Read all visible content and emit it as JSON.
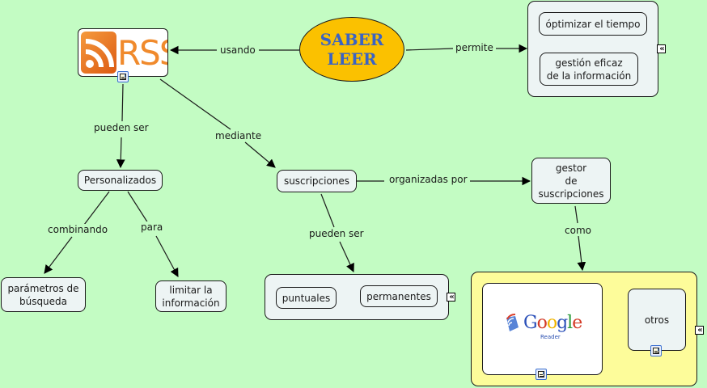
{
  "map": {
    "background_color": "#c3fcc3",
    "root": {
      "label": "SABER\nLEER",
      "fill_color": "#fbc100",
      "text_color": "#3a63c4"
    },
    "rss_node": {
      "label": "RSS",
      "icon": "rss-feed-icon"
    },
    "concepts": {
      "personalizados": "Personalizados",
      "parametros": "parámetros de\nbúsqueda",
      "limitar": "limitar la\ninformación",
      "suscripciones": "suscripciones",
      "gestor": "gestor\nde\nsuscripciones",
      "optimizar": "óptimizar el tiempo",
      "gestion": "gestión eficaz\nde la información",
      "puntuales": "puntuales",
      "permanentes": "permanentes",
      "otros": "otros"
    },
    "google_reader": {
      "logo_text": "Google",
      "sub_text": "Reader"
    },
    "links": {
      "usando": "usando",
      "permite": "permite",
      "pueden_ser_1": "pueden ser",
      "mediante": "mediante",
      "combinando": "combinando",
      "para": "para",
      "organizadas_por": "organizadas por",
      "pueden_ser_2": "pueden ser",
      "como": "como"
    },
    "collapse_glyph": "«",
    "group_colors": {
      "neutral": "#edf4f4",
      "highlight": "#fdfc9a"
    }
  }
}
